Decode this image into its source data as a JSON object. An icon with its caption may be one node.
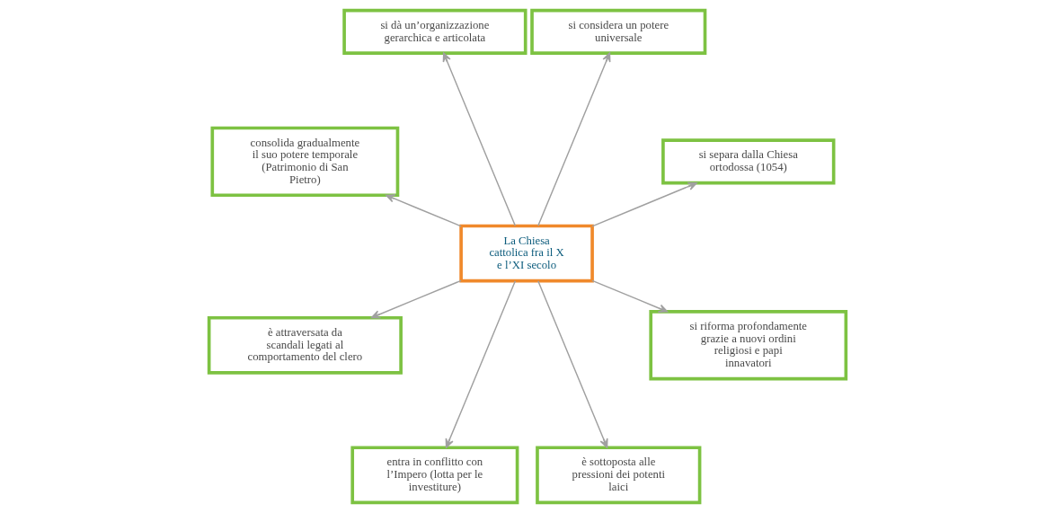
{
  "diagram": {
    "nodes": [
      {
        "text": [
          "si separa dalla Chiesa ortodossa (1054)"
        ]
      },
      {
        "text": [
          "si considera un potere universale"
        ]
      },
      {
        "text": [
          "si dà un’organizzazione gerarchica e articolata"
        ]
      },
      {
        "text": [
          "consolida gradualmente il suo potere temporale (Patrimonio di San Pietro)"
        ]
      },
      {
        "text": [
          "La Chiesa cattolica fra il X e l’XI secolo"
        ]
      },
      {
        "text": [
          "è attraversata da scandali legati al comportamento del clero"
        ]
      },
      {
        "text": [
          "entra in conflitto con l’Impero (lotta per le investiture)"
        ]
      },
      {
        "text": [
          "è sottoposta alle pressioni dei potenti laici"
        ]
      },
      {
        "text": [
          "si riforma profondamente grazie a nuovi ordini religiosi e papi innavatori"
        ]
      }
    ],
    "edges": [
      {
        "from": 4,
        "to": 0,
        "arrow": "to"
      },
      {
        "from": 4,
        "to": 2,
        "arrow": "to"
      },
      {
        "from": 4,
        "to": 5,
        "arrow": "to"
      },
      {
        "from": 4,
        "to": 7,
        "arrow": "to"
      },
      {
        "from": 4,
        "to": 8,
        "arrow": "to"
      },
      {
        "from": 4,
        "to": 6,
        "arrow": "to"
      },
      {
        "from": 4,
        "to": 3,
        "arrow": "to"
      },
      {
        "from": 4,
        "to": 1,
        "arrow": "to"
      }
    ]
  }
}
